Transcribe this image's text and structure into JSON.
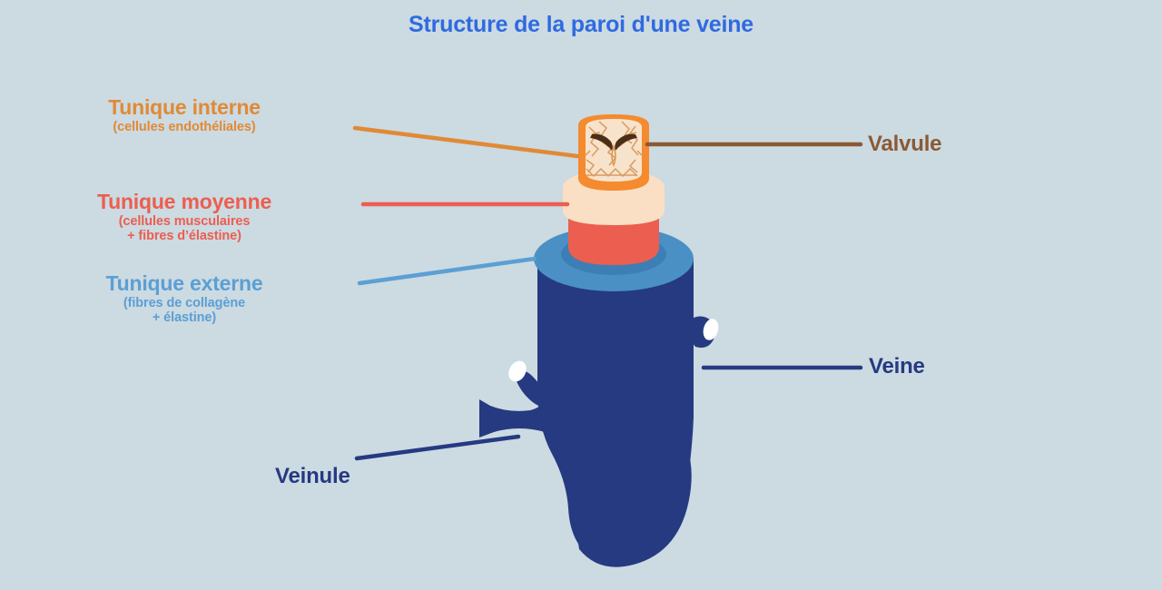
{
  "title": "Structure de la paroi d'une veine",
  "colors": {
    "background": "#ccdae2",
    "title": "#2f6ae0",
    "tunique_interne": "#e08a36",
    "tunique_moyenne": "#ec5e4f",
    "tunique_externe": "#5b9fd4",
    "valvule": "#8a5a34",
    "veine": "#253a81",
    "inner_lining": "#f7e3cb",
    "collar": "#fadfc4",
    "vein_body": "#253a81",
    "outer_tunic_top": "#4a90c4",
    "branch_tip": "#ffffff"
  },
  "labels": {
    "tunique_interne": {
      "main": "Tunique interne",
      "sub1": "(cellules endothéliales)"
    },
    "tunique_moyenne": {
      "main": "Tunique moyenne",
      "sub1": "(cellules musculaires",
      "sub2": "+ fibres d’élastine)"
    },
    "tunique_externe": {
      "main": "Tunique externe",
      "sub1": "(fibres de collagène",
      "sub2": "+ élastine)"
    },
    "valvule": "Valvule",
    "veine": "Veine",
    "veinule": "Veinule"
  },
  "diagram": {
    "type": "anatomical-cross-section",
    "subject": "vein wall structure",
    "parts": [
      "tunique interne (endothelium)",
      "tunique moyenne (smooth muscle + elastin)",
      "tunique externe (collagen + elastin)",
      "valvule (venous valve)",
      "veine (vein)",
      "veinule (venule)"
    ]
  }
}
